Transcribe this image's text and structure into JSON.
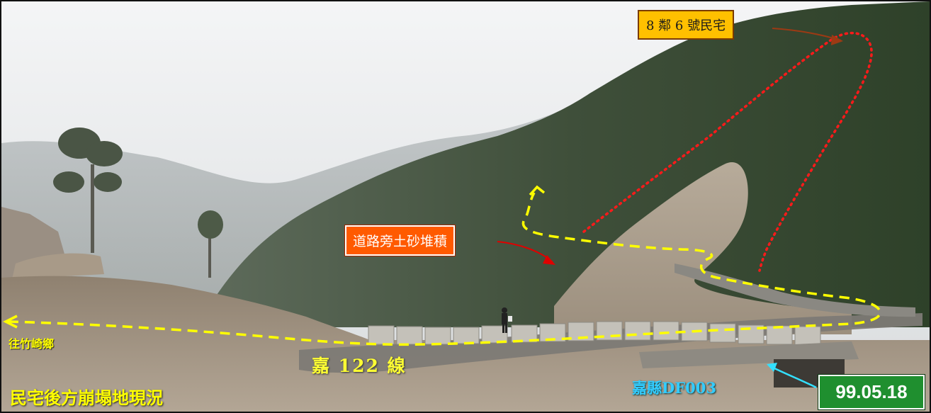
{
  "labels": {
    "resident_house": "8 鄰 6 號民宅",
    "debris_note": "道路旁土砂堆積",
    "road_name": "嘉 122 線",
    "direction": "往竹崎鄉",
    "caption": "民宅後方崩塌地現況",
    "site_id": "嘉縣DF003",
    "date": "99.05.18"
  },
  "colors": {
    "road_path_line": "#ffff00",
    "slide_outline": "#ff1a1a",
    "resident_box_fill": "#ffc000",
    "debris_box_fill": "#ff5a00",
    "date_box_fill": "#1f8f2f",
    "site_id_text": "#33ccff"
  }
}
